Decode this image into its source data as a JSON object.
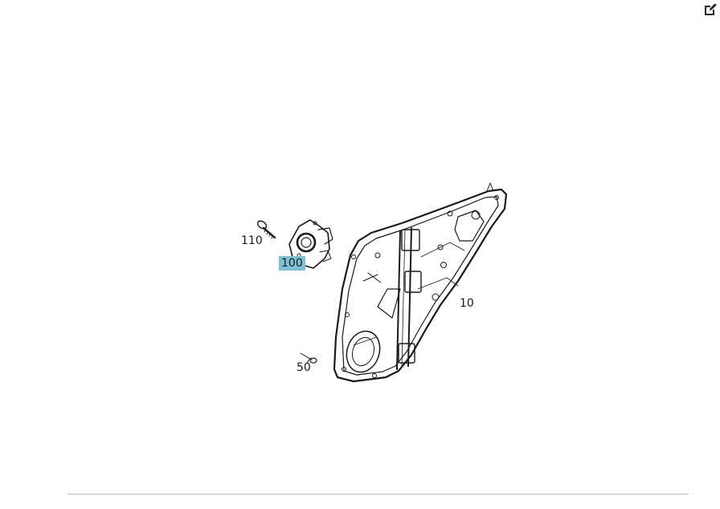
{
  "toolbar": {
    "edit_icon": "edit-square-icon",
    "edit_color": "#222222"
  },
  "callouts": [
    {
      "id": "part-110",
      "label": "110",
      "highlighted": false
    },
    {
      "id": "part-100",
      "label": "100",
      "highlighted": true
    },
    {
      "id": "part-10",
      "label": "10",
      "highlighted": false
    },
    {
      "id": "part-50",
      "label": "50",
      "highlighted": false
    }
  ],
  "colors": {
    "highlight": "#7fc1d4",
    "line_art": "#1a1a1a",
    "divider": "#bdbdbd"
  }
}
